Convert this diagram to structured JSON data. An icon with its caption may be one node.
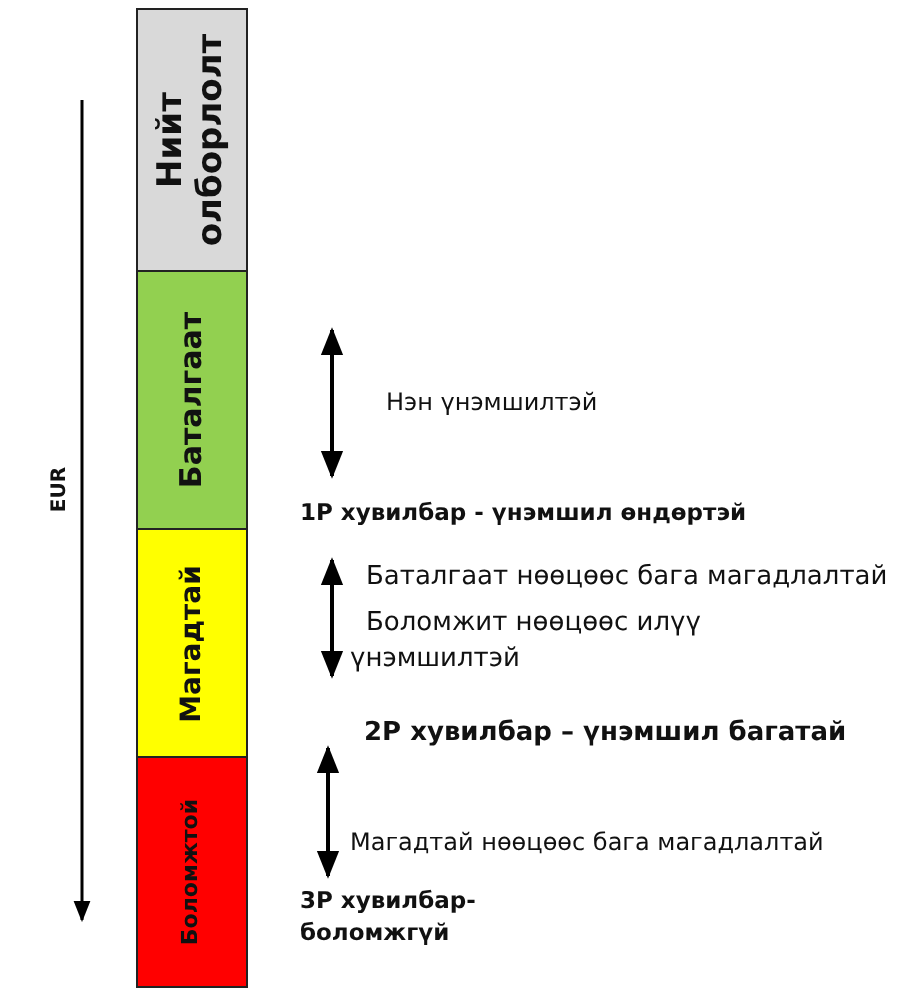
{
  "diagram": {
    "nodes": [
      {
        "text": [
          "Нийт олборлолт"
        ]
      },
      {
        "text": [
          "Баталгаат"
        ]
      },
      {
        "text": [
          "Магадтай"
        ]
      },
      {
        "text": [
          "Боломжтой"
        ]
      }
    ],
    "labels": [
      "EUR",
      "Нэн үнэмшилтэй",
      "1Р хувилбар - үнэмшил өндөртэй",
      "Баталгаат нөөцөөс бага магадлалтай",
      "Боломжит нөөцөөс илүү үнэмшилтэй",
      "2Р хувилбар – үнэмшил багатай",
      "Магадтай нөөцөөс бага магадлалтай",
      "3Р хувилбар- боломжгүй"
    ]
  }
}
